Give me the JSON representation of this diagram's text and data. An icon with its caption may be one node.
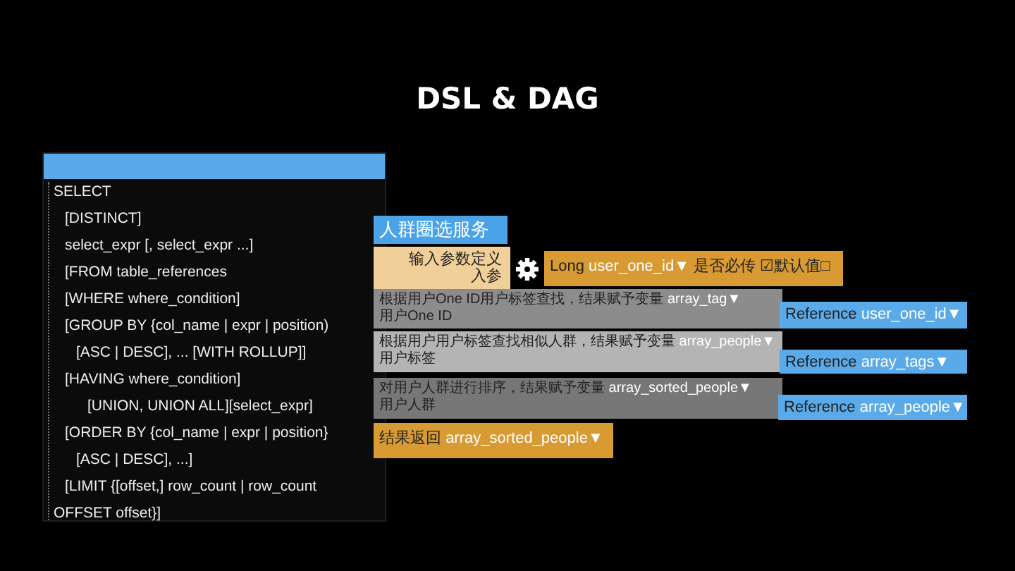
{
  "diagram": {
    "title": "DSL & DAG",
    "nodes": [
      {
        "text": [
          "SELECT",
          "[DISTINCT]",
          "select_expr [, select_expr ...]",
          "[FROM table_references",
          "[WHERE where_condition]",
          "[GROUP BY {col_name | expr | position)",
          "[ASC | DESC], ... [WITH ROLLUP]]",
          "[HAVING where_condition]",
          "[UNION, UNION ALL][select_expr]",
          "[ORDER BY {col_name | expr | position}",
          "[ASC | DESC], ...]",
          "[LIMIT {[offset,] row_count | row_count",
          "OFFSET offset}]"
        ]
      },
      {
        "text": [
          "人群圈选服务"
        ]
      },
      {
        "text": [
          "输入参数定义入参"
        ]
      },
      {
        "text": [
          "Long",
          "user_one_id▼",
          "是否必传 ☑默认值□"
        ]
      },
      {
        "text": [
          "根据用户One ID用户标签查找，结果赋予变量",
          "array_tag▼",
          "用户One ID"
        ]
      },
      {
        "text": [
          "Reference",
          "user_one_id▼"
        ]
      },
      {
        "text": [
          "根据用户用户标签查找相似人群，结果赋予变量",
          "array_people▼",
          "用户标签"
        ]
      },
      {
        "text": [
          "Reference",
          "array_tags▼"
        ]
      },
      {
        "text": [
          "对用户人群进行排序，结果赋予变量",
          "array_sorted_people▼",
          "用户人群"
        ]
      },
      {
        "text": [
          "Reference",
          "array_people▼"
        ]
      },
      {
        "text": [
          "结果返回",
          "array_sorted_people▼"
        ]
      }
    ]
  }
}
